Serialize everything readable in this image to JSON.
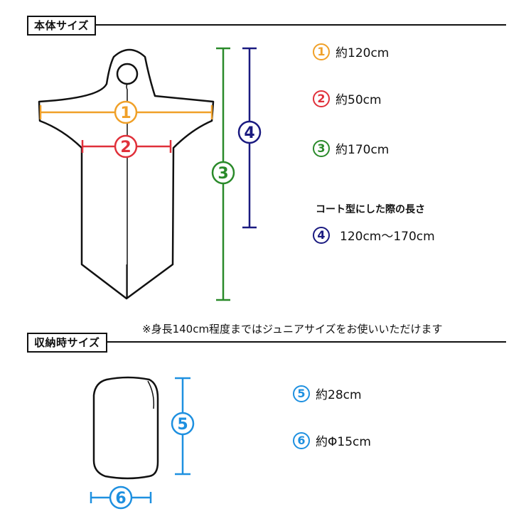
{
  "colors": {
    "orange": "#f0a028",
    "red": "#e0303a",
    "green": "#2a8a2a",
    "navy": "#1a1a80",
    "blue": "#1e90e0"
  },
  "sections": {
    "body": {
      "title": "本体サイズ"
    },
    "stored": {
      "title": "収納時サイズ"
    }
  },
  "markers": [
    "1",
    "2",
    "3",
    "4",
    "5",
    "6"
  ],
  "legend_body": [
    {
      "num": "1",
      "text": "約120cm",
      "color": "#f0a028"
    },
    {
      "num": "2",
      "text": "約50cm",
      "color": "#e0303a"
    },
    {
      "num": "3",
      "text": "約170cm",
      "color": "#2a8a2a"
    }
  ],
  "coat_note": "コート型にした際の長さ",
  "legend_coat": {
    "num": "4",
    "text": "120cm～170cm",
    "color": "#1a1a80"
  },
  "junior_note": "※身長140cm程度まではジュニアサイズをお使いいただけます",
  "legend_stored": [
    {
      "num": "5",
      "text": "約28cm",
      "color": "#1e90e0"
    },
    {
      "num": "6",
      "text": "約Φ15cm",
      "color": "#1e90e0"
    }
  ]
}
